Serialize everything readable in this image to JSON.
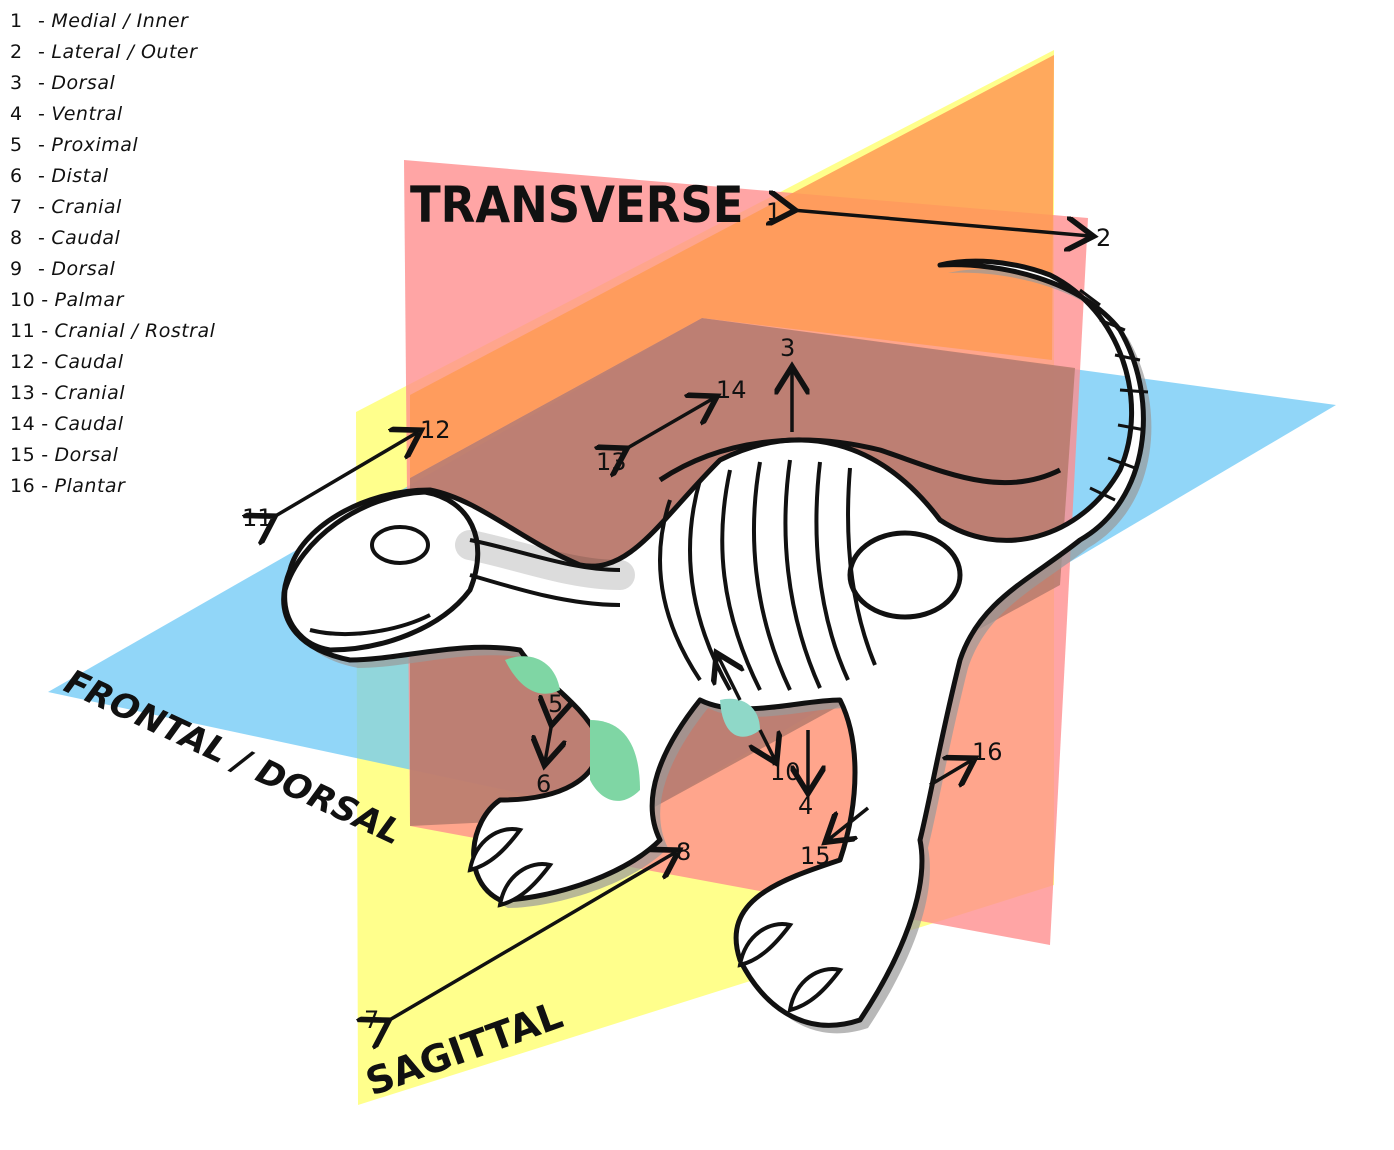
{
  "legend": [
    {
      "num": "1",
      "term": "Medial / Inner"
    },
    {
      "num": "2",
      "term": "Lateral / Outer"
    },
    {
      "num": "3",
      "term": "Dorsal"
    },
    {
      "num": "4",
      "term": "Ventral"
    },
    {
      "num": "5",
      "term": "Proximal"
    },
    {
      "num": "6",
      "term": "Distal"
    },
    {
      "num": "7",
      "term": "Cranial"
    },
    {
      "num": "8",
      "term": "Caudal"
    },
    {
      "num": "9",
      "term": "Dorsal"
    },
    {
      "num": "10",
      "term": "Palmar"
    },
    {
      "num": "11",
      "term": "Cranial / Rostral"
    },
    {
      "num": "12",
      "term": "Caudal"
    },
    {
      "num": "13",
      "term": "Cranial"
    },
    {
      "num": "14",
      "term": "Caudal"
    },
    {
      "num": "15",
      "term": "Dorsal"
    },
    {
      "num": "16",
      "term": "Plantar"
    }
  ],
  "planes": {
    "transverse": {
      "label": "TRANSVERSE",
      "color": "#ff8c8c"
    },
    "sagittal": {
      "label": "SAGITTAL",
      "color": "#ffff80"
    },
    "frontal": {
      "label": "FRONTAL / DORSAL",
      "color": "#6cc8f5"
    }
  },
  "arrows": [
    "1",
    "2",
    "3",
    "4",
    "5",
    "6",
    "7",
    "8",
    "10",
    "11",
    "12",
    "13",
    "14",
    "15",
    "16"
  ],
  "colors": {
    "ink": "#111111",
    "bone": "#ffffff",
    "shadow": "#9a9a9a",
    "overlap_brown": "#b57a6c",
    "overlap_orange": "#ff9a55",
    "highlight_green": "#7fd6a4"
  }
}
